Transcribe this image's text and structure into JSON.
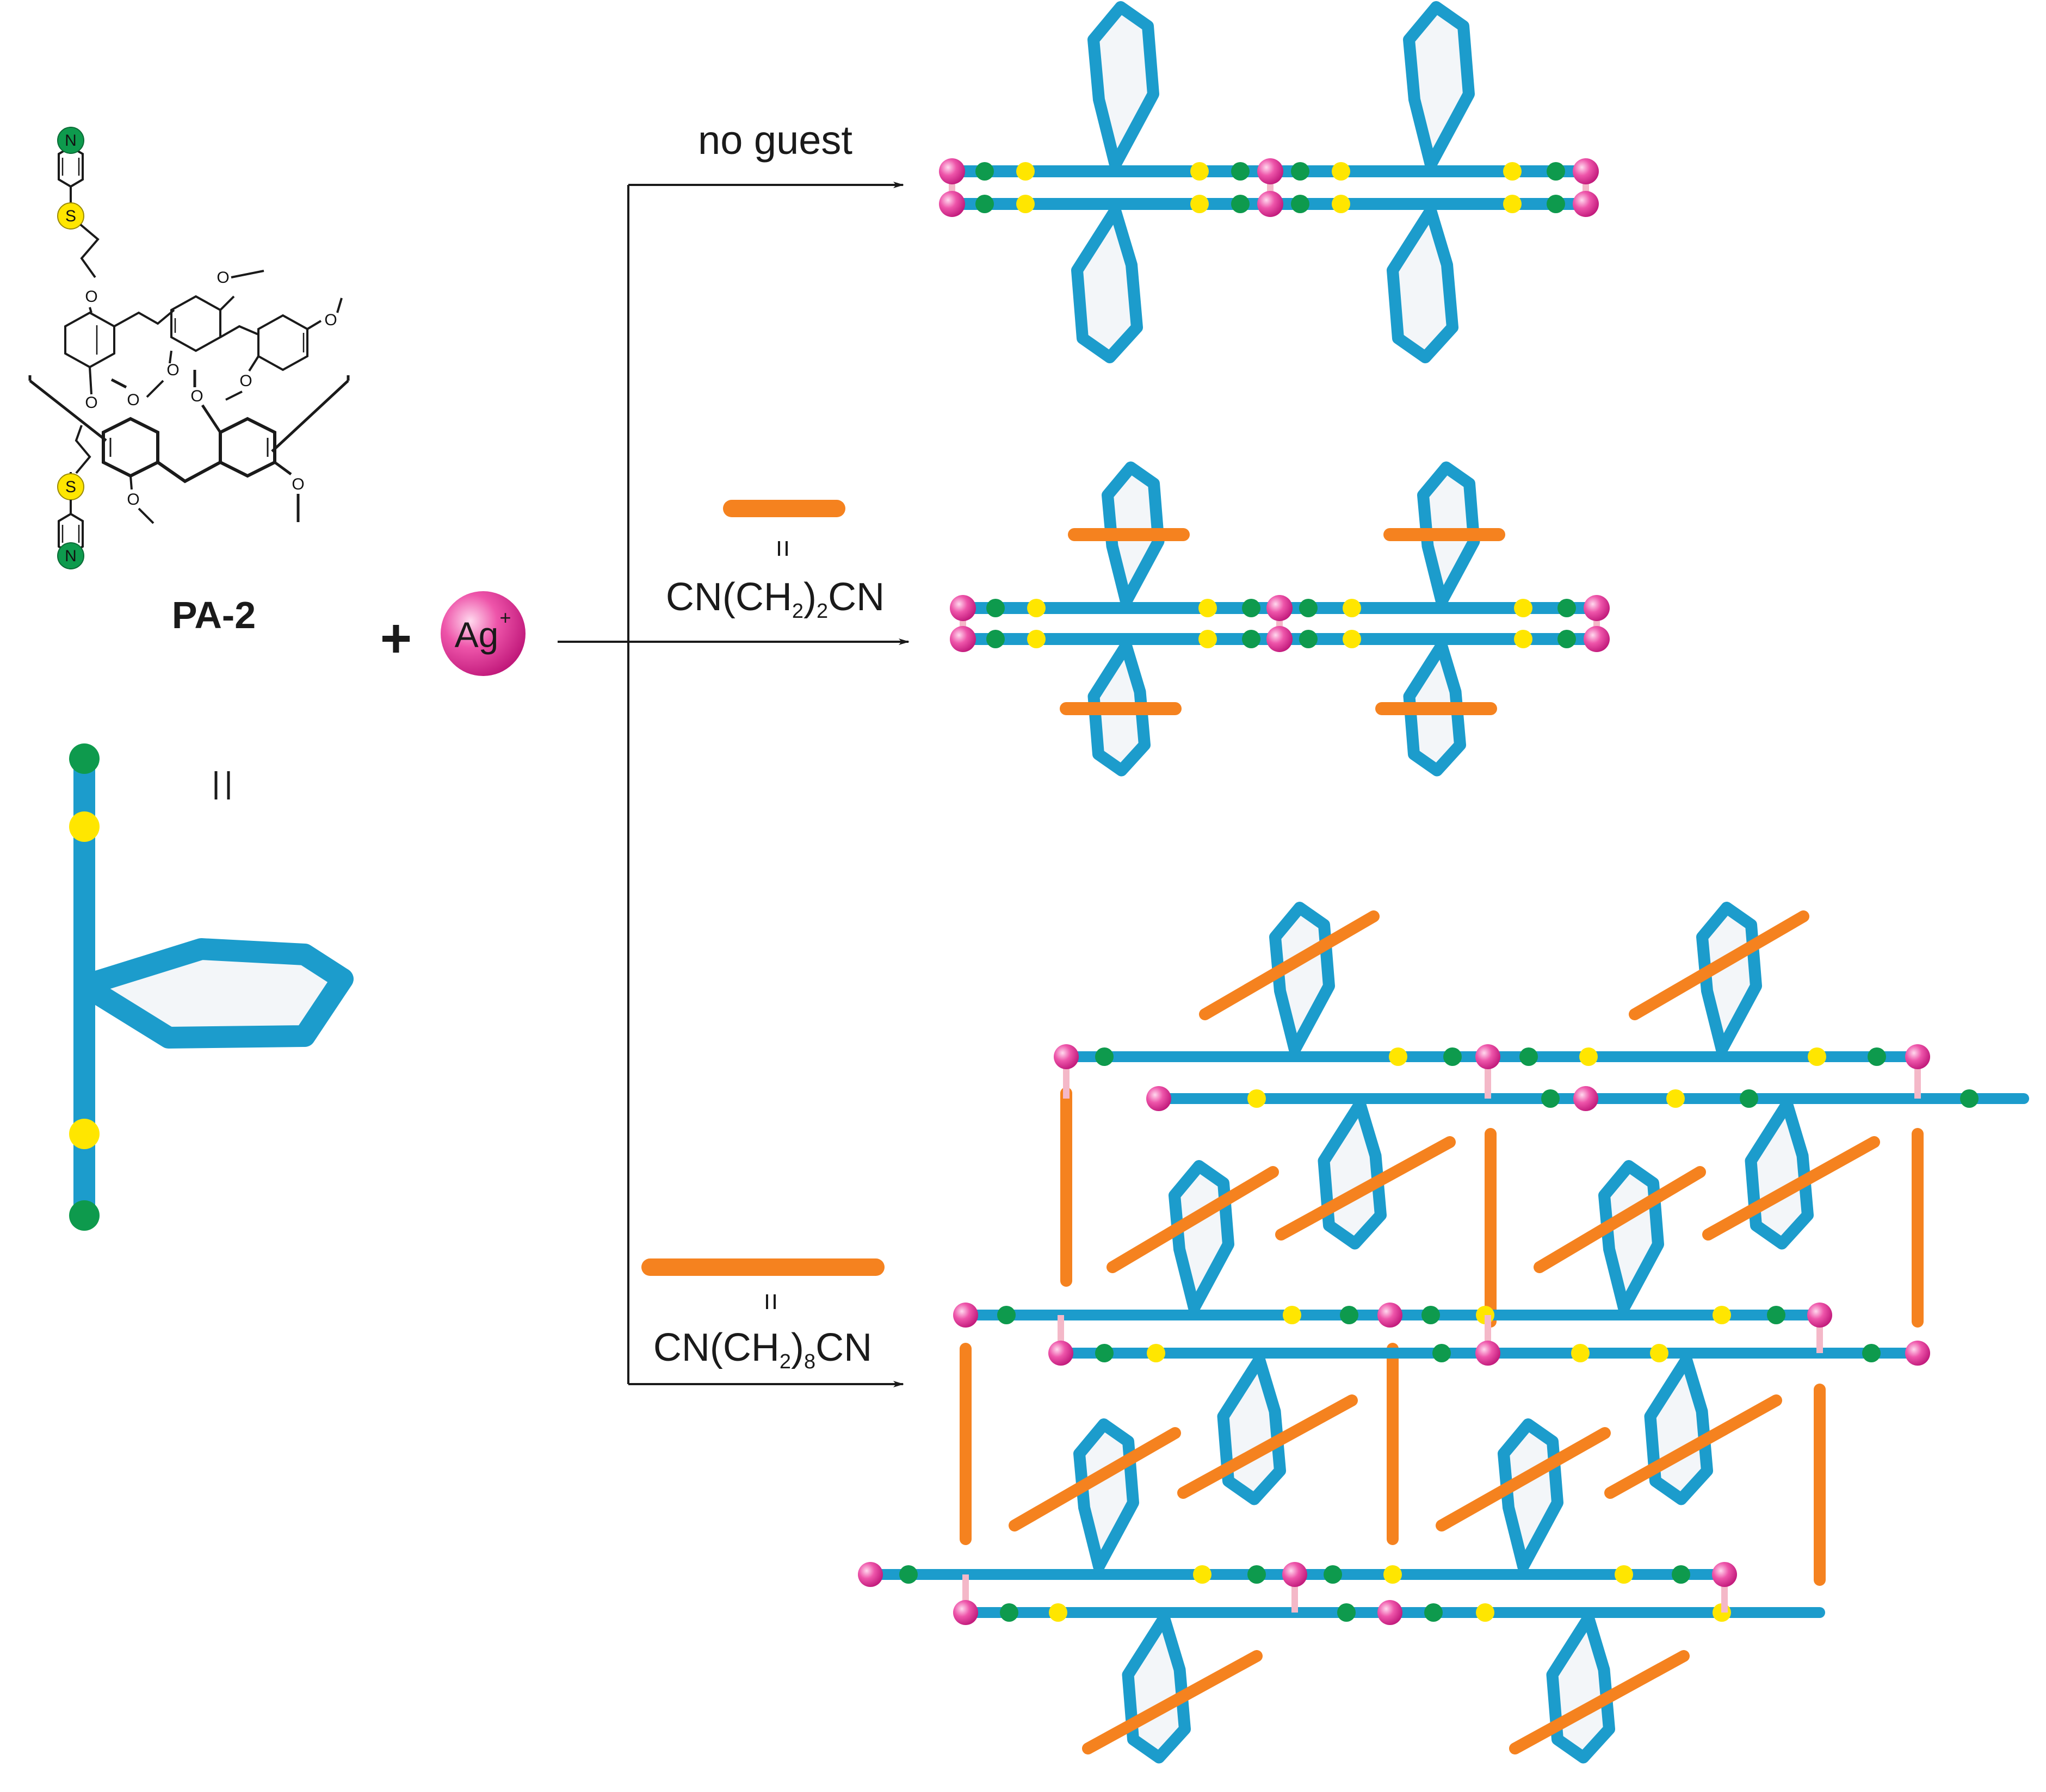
{
  "molecule": {
    "name": "PA-2",
    "atom_n": "N",
    "atom_s": "S",
    "atom_o": "O"
  },
  "reagent": {
    "plus": "+",
    "ag": "Ag",
    "ag_charge": "+"
  },
  "equals": "=",
  "routes": {
    "no_guest": "no guest",
    "guest1": {
      "prefix": "CN(CH",
      "sub": "2",
      "suffix": ")",
      "sub2": "2",
      "end": "CN"
    },
    "guest2": {
      "prefix": "CN(CH",
      "sub": "2",
      "suffix": ")",
      "sub2": "8",
      "end": "CN"
    }
  },
  "colors": {
    "strand": "#1c9ccc",
    "guest": "#f5821f",
    "silver": "#e6409b",
    "pyridine": "#0e9a4d",
    "sulfur": "#ffe600",
    "link": "#f4b8c8"
  }
}
